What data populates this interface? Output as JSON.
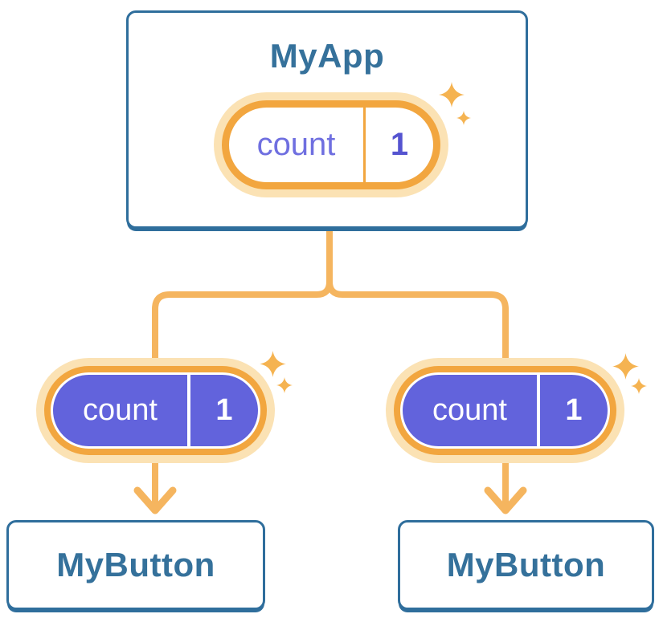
{
  "palette": {
    "card_border": "#2F6E9C",
    "label_blue": "#35719B",
    "orange_line": "#F5B55F",
    "orange_ring": "#F2A63F",
    "orange_halo": "#FBE2B4",
    "sparkle": "#F5B351",
    "purple_fill": "#6263DC",
    "purple_text": "#6F6FE0",
    "purple_bold": "#5554D0"
  },
  "tree": {
    "root": {
      "title": "MyApp",
      "state": {
        "name": "count",
        "value": "1"
      }
    },
    "children": [
      {
        "title": "MyButton",
        "state": {
          "name": "count",
          "value": "1"
        }
      },
      {
        "title": "MyButton",
        "state": {
          "name": "count",
          "value": "1"
        }
      }
    ]
  },
  "icons": {
    "sparkle_large": "four-point-star",
    "sparkle_small": "four-point-star-small"
  }
}
